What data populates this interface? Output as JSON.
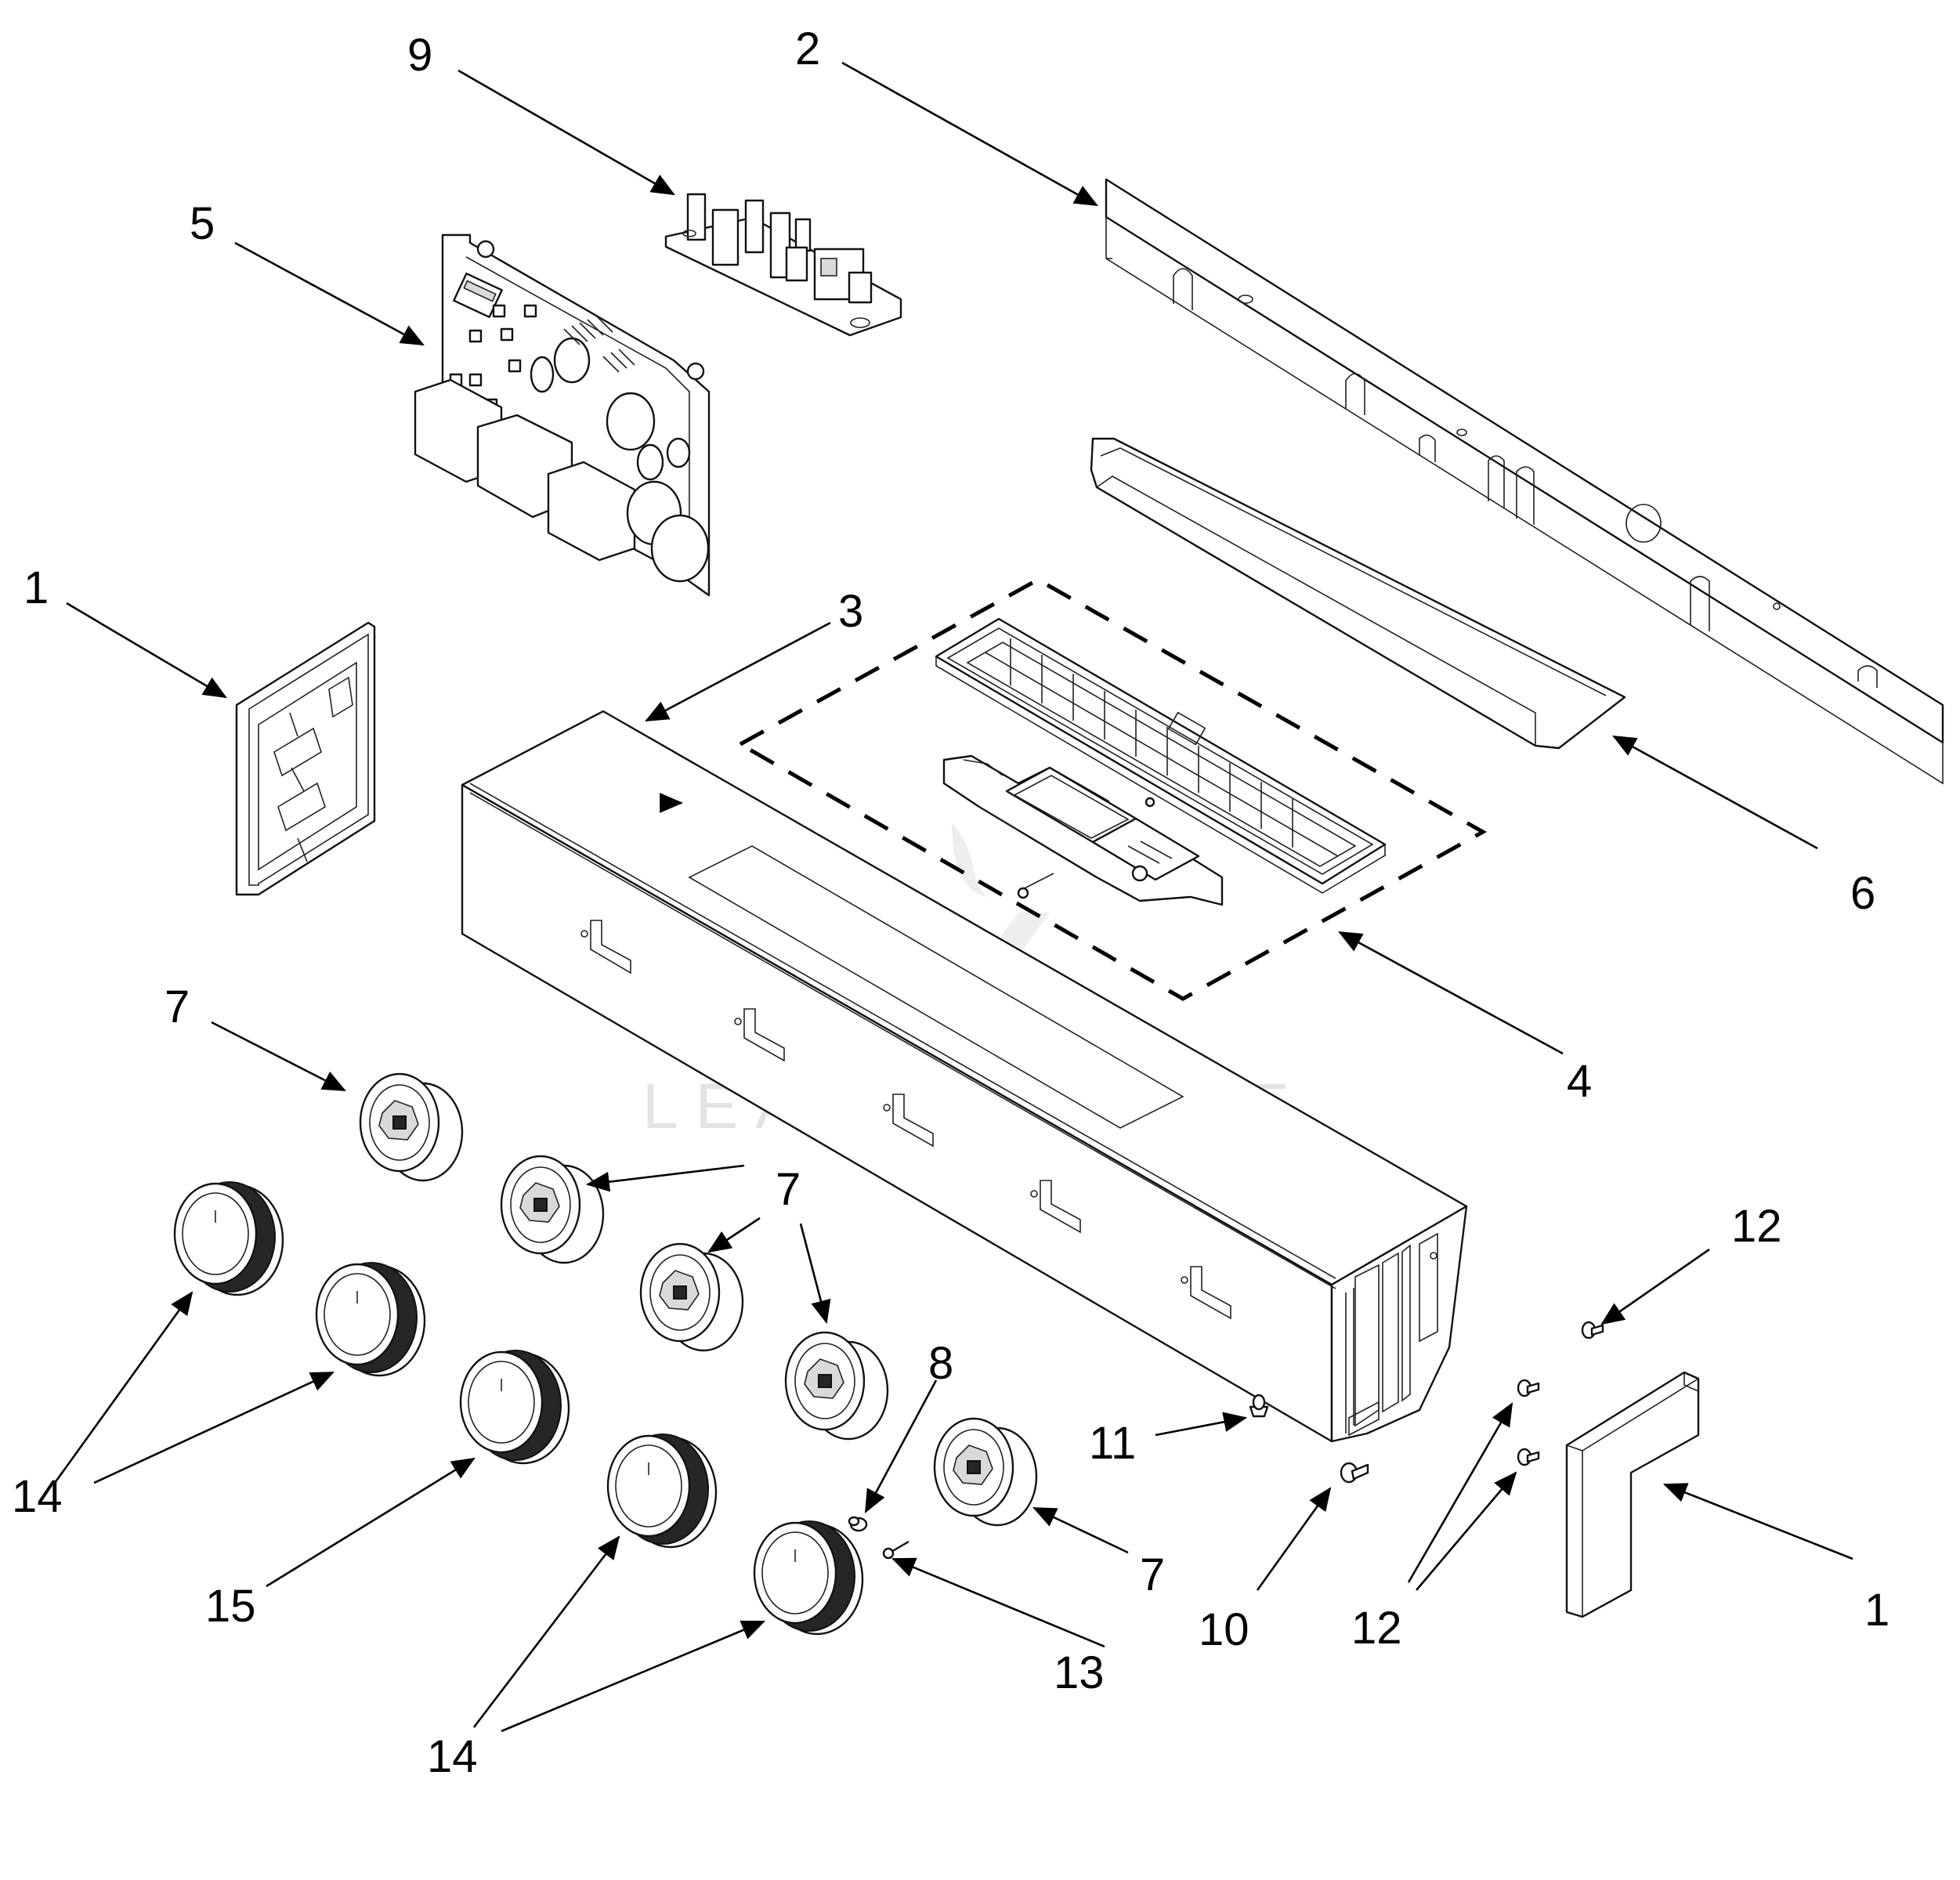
{
  "watermark": "LEADVENTURE",
  "callouts": {
    "c1_left": "1",
    "c1_right": "1",
    "c2": "2",
    "c3": "3",
    "c4": "4",
    "c5": "5",
    "c6": "6",
    "c7_top": "7",
    "c7_mid": "7",
    "c7_bottom": "7",
    "c8": "8",
    "c9": "9",
    "c10": "10",
    "c11": "11",
    "c12_top": "12",
    "c12_bottom": "12",
    "c13": "13",
    "c14_left": "14",
    "c14_bottom": "14",
    "c15": "15"
  }
}
